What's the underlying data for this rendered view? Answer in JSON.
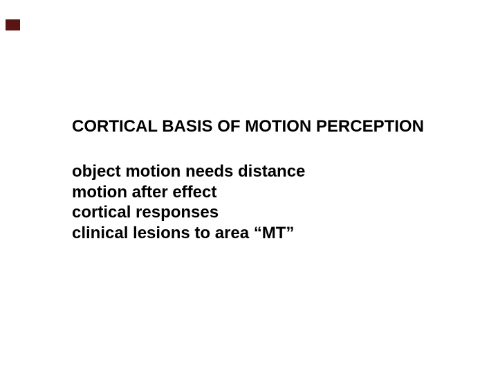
{
  "slide": {
    "title": "CORTICAL BASIS OF MOTION PERCEPTION",
    "bullets": [
      "object motion needs distance",
      "motion after effect",
      "cortical responses",
      "clinical lesions to area “MT”"
    ],
    "colors": {
      "background": "#ffffff",
      "text": "#000000",
      "corner_accent": "#5a1413"
    }
  }
}
